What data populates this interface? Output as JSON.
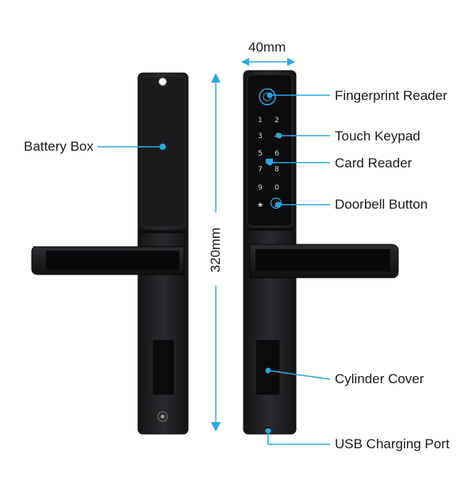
{
  "dimensions": {
    "width_label": "40mm",
    "height_label": "320mm"
  },
  "callouts": {
    "battery_box": "Battery Box",
    "fingerprint_reader": "Fingerprint Reader",
    "touch_keypad": "Touch Keypad",
    "card_reader": "Card Reader",
    "doorbell_button": "Doorbell Button",
    "cylinder_cover": "Cylinder Cover",
    "usb_charging_port": "USB Charging Port"
  },
  "keypad": [
    "1",
    "2",
    "3",
    "4",
    "5",
    "6",
    "7",
    "8",
    "9",
    "0",
    "★",
    "#"
  ],
  "colors": {
    "accent": "#2aa7e0",
    "lock_body": "#1e1e21",
    "panel": "#0c0c0e"
  }
}
